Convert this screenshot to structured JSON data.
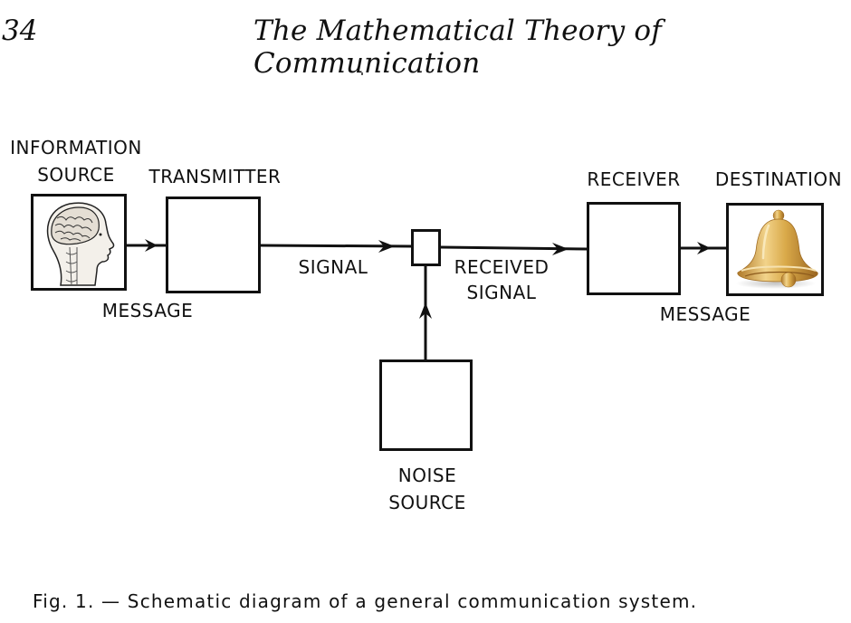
{
  "header": {
    "page_number": "34",
    "running_title": "The Mathematical Theory of Communication"
  },
  "diagram": {
    "nodes": {
      "information_source": {
        "label_line1": "INFORMATION",
        "label_line2": "SOURCE",
        "icon": "brain-head-icon"
      },
      "transmitter": {
        "label": "TRANSMITTER"
      },
      "mixer": {
        "label": ""
      },
      "receiver": {
        "label": "RECEIVER"
      },
      "destination": {
        "label": "DESTINATION",
        "icon": "bell-icon"
      },
      "noise_source": {
        "label_line1": "NOISE",
        "label_line2": "SOURCE"
      }
    },
    "edge_labels": {
      "message_in": "MESSAGE",
      "signal": "SIGNAL",
      "received_signal_line1": "RECEIVED",
      "received_signal_line2": "SIGNAL",
      "message_out": "MESSAGE"
    },
    "colors": {
      "ink": "#111111",
      "bell_gold": "#d9a949"
    }
  },
  "caption": "Fig. 1. — Schematic diagram of a general communication system."
}
